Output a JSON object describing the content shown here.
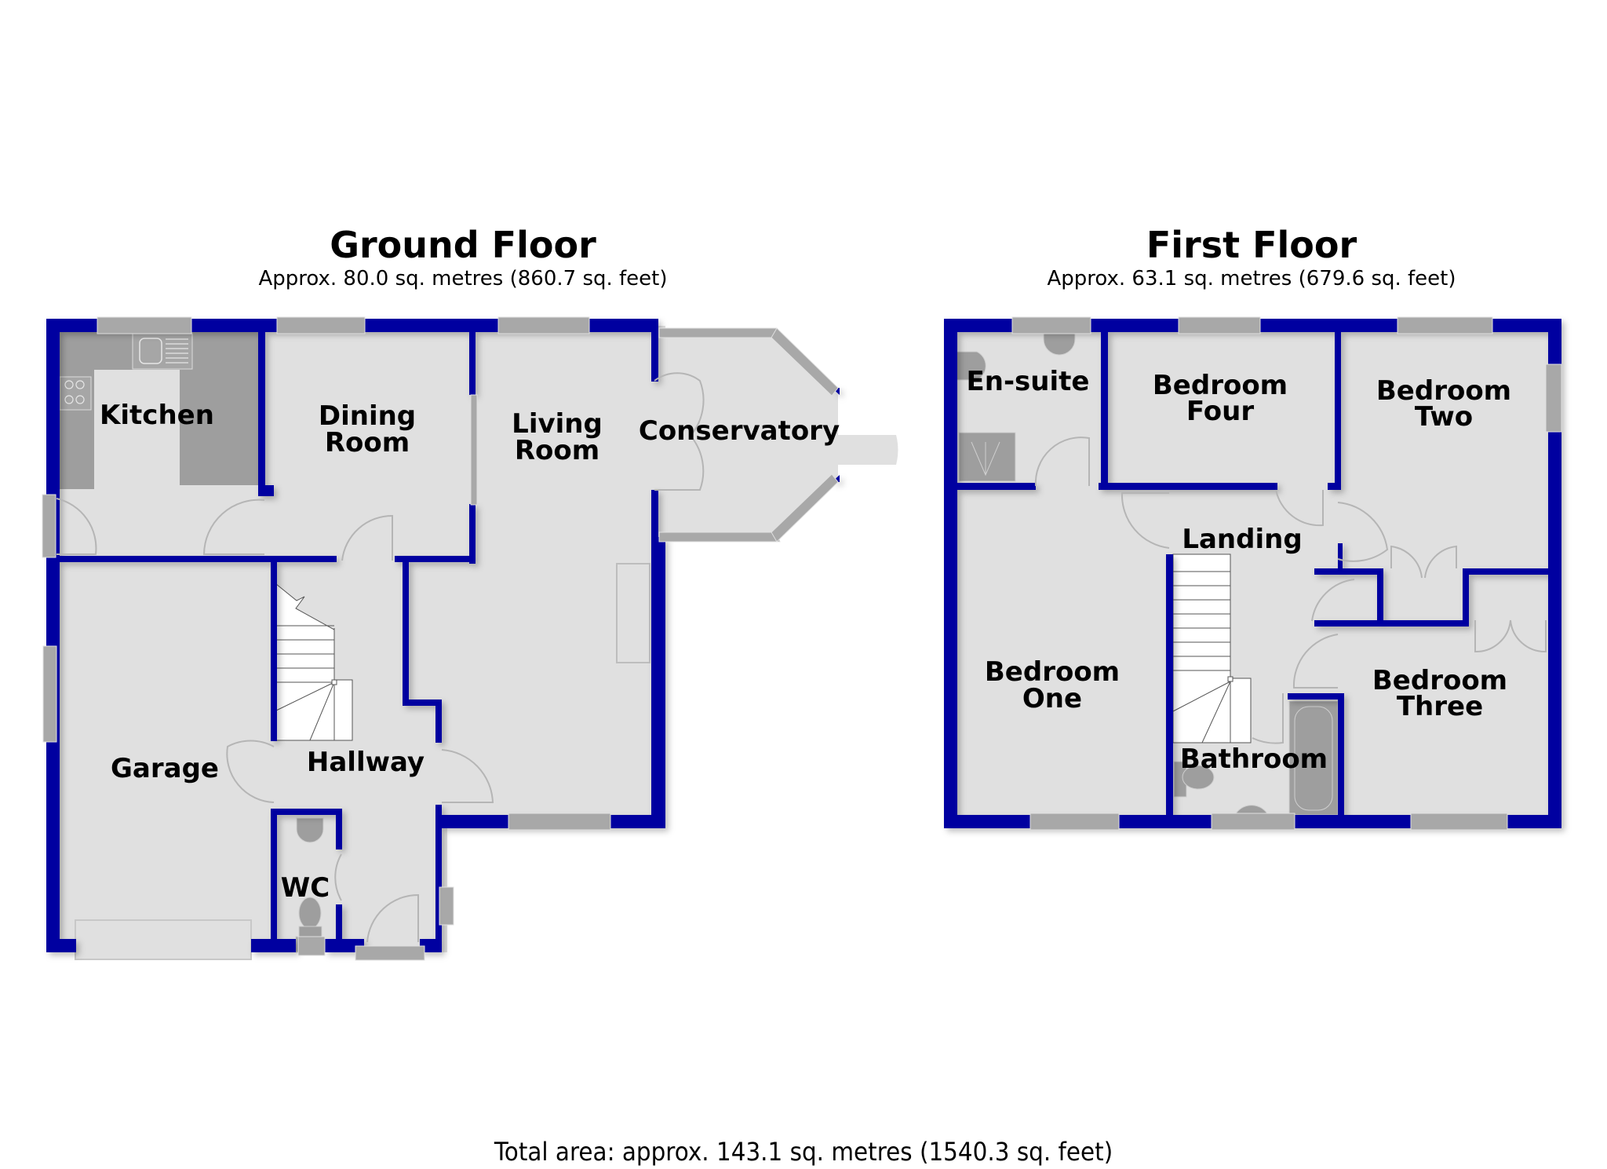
{
  "colors": {
    "wall": "#0000a0",
    "floor": "#e0e0e0",
    "fixture": "#9e9e9e",
    "window": "#a8a8a8",
    "background": "#ffffff",
    "text": "#000000"
  },
  "ground_floor": {
    "title": "Ground Floor",
    "area": "Approx. 80.0 sq. metres (860.7 sq. feet)",
    "rooms": {
      "kitchen": "Kitchen",
      "dining_room_1": "Dining",
      "dining_room_2": "Room",
      "living_room_1": "Living",
      "living_room_2": "Room",
      "conservatory": "Conservatory",
      "garage": "Garage",
      "hallway": "Hallway",
      "wc": "WC"
    }
  },
  "first_floor": {
    "title": "First Floor",
    "area": "Approx. 63.1 sq. metres (679.6 sq. feet)",
    "rooms": {
      "en_suite": "En-suite",
      "bedroom_four_1": "Bedroom",
      "bedroom_four_2": "Four",
      "bedroom_two_1": "Bedroom",
      "bedroom_two_2": "Two",
      "landing": "Landing",
      "bedroom_one_1": "Bedroom",
      "bedroom_one_2": "One",
      "bedroom_three_1": "Bedroom",
      "bedroom_three_2": "Three",
      "bathroom": "Bathroom"
    }
  },
  "total_area": "Total area: approx. 143.1 sq. metres (1540.3 sq. feet)"
}
